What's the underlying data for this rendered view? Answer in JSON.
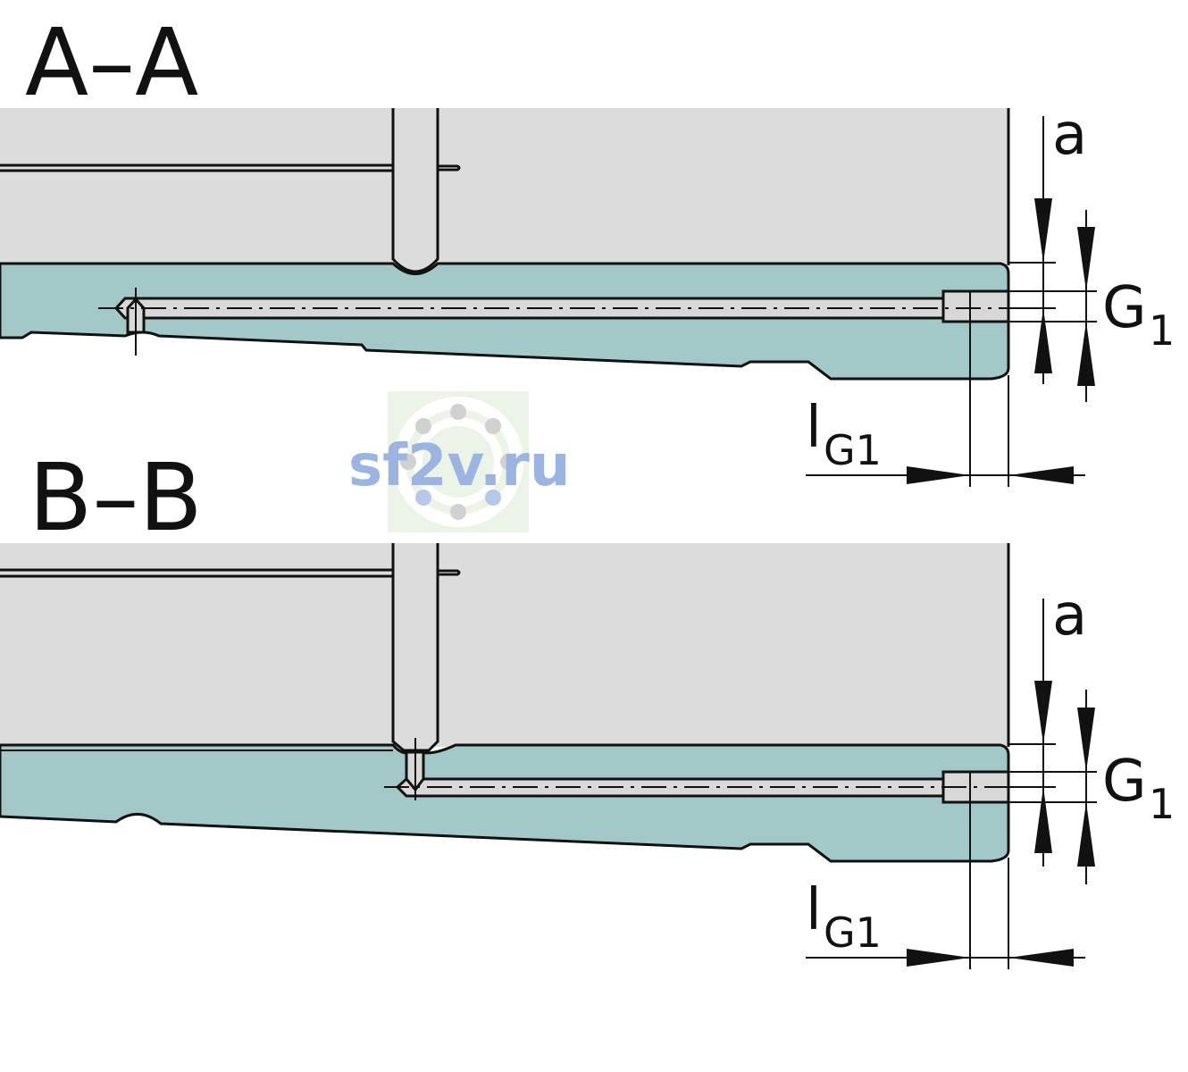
{
  "colors": {
    "housing": "#dcdcdc",
    "rail": "#a3c8c8",
    "outline": "#111111",
    "hole": "#d8d8d8",
    "watermark_bg": "#e8f3e3",
    "watermark_text": "#8aa8dd"
  },
  "watermark": {
    "text": "sf2v.ru"
  },
  "views": [
    {
      "title": "A–A",
      "dimensions": {
        "a": "a",
        "g1_main": "G",
        "g1_sub": "1",
        "lg1_main": "l",
        "lg1_sub": "G1"
      }
    },
    {
      "title": "B–B",
      "dimensions": {
        "a": "a",
        "g1_main": "G",
        "g1_sub": "1",
        "lg1_main": "l",
        "lg1_sub": "G1"
      }
    }
  ]
}
